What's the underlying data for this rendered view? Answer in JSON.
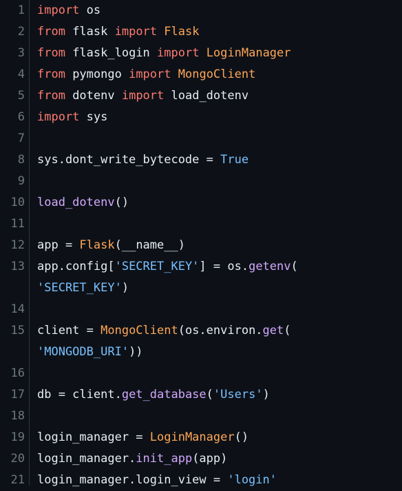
{
  "theme": {
    "background": "#0d1117",
    "gutter_border": "#30363d",
    "line_number_color": "#6e7681",
    "colors": {
      "kw": "#ff7b72",
      "cls": "#ffa657",
      "fn": "#d2a8ff",
      "str": "#79c0ff",
      "plain": "#e6edf3"
    }
  },
  "rows": [
    {
      "n": "1",
      "tokens": [
        [
          "kw",
          "import"
        ],
        [
          "plain",
          " os"
        ]
      ]
    },
    {
      "n": "2",
      "tokens": [
        [
          "kw",
          "from"
        ],
        [
          "plain",
          " flask "
        ],
        [
          "kw",
          "import"
        ],
        [
          "plain",
          " "
        ],
        [
          "cls",
          "Flask"
        ]
      ]
    },
    {
      "n": "3",
      "tokens": [
        [
          "kw",
          "from"
        ],
        [
          "plain",
          " flask_login "
        ],
        [
          "kw",
          "import"
        ],
        [
          "plain",
          " "
        ],
        [
          "cls",
          "LoginManager"
        ]
      ]
    },
    {
      "n": "4",
      "tokens": [
        [
          "kw",
          "from"
        ],
        [
          "plain",
          " pymongo "
        ],
        [
          "kw",
          "import"
        ],
        [
          "plain",
          " "
        ],
        [
          "cls",
          "MongoClient"
        ]
      ]
    },
    {
      "n": "5",
      "tokens": [
        [
          "kw",
          "from"
        ],
        [
          "plain",
          " dotenv "
        ],
        [
          "kw",
          "import"
        ],
        [
          "plain",
          " load_dotenv"
        ]
      ]
    },
    {
      "n": "6",
      "tokens": [
        [
          "kw",
          "import"
        ],
        [
          "plain",
          " sys"
        ]
      ]
    },
    {
      "n": "7",
      "tokens": []
    },
    {
      "n": "8",
      "tokens": [
        [
          "plain",
          "sys.dont_write_bytecode = "
        ],
        [
          "str",
          "True"
        ]
      ]
    },
    {
      "n": "9",
      "tokens": []
    },
    {
      "n": "10",
      "tokens": [
        [
          "fn",
          "load_dotenv"
        ],
        [
          "plain",
          "()"
        ]
      ]
    },
    {
      "n": "11",
      "tokens": []
    },
    {
      "n": "12",
      "tokens": [
        [
          "plain",
          "app = "
        ],
        [
          "cls",
          "Flask"
        ],
        [
          "plain",
          "(__name__)"
        ]
      ]
    },
    {
      "n": "13",
      "tokens": [
        [
          "plain",
          "app.config["
        ],
        [
          "str",
          "'SECRET_KEY'"
        ],
        [
          "plain",
          "] = os."
        ],
        [
          "fn",
          "getenv"
        ],
        [
          "plain",
          "("
        ]
      ]
    },
    {
      "n": "",
      "tokens": [
        [
          "str",
          "'SECRET_KEY'"
        ],
        [
          "plain",
          ")"
        ]
      ]
    },
    {
      "n": "14",
      "tokens": []
    },
    {
      "n": "15",
      "tokens": [
        [
          "plain",
          "client = "
        ],
        [
          "cls",
          "MongoClient"
        ],
        [
          "plain",
          "(os.environ."
        ],
        [
          "fn",
          "get"
        ],
        [
          "plain",
          "("
        ]
      ]
    },
    {
      "n": "",
      "tokens": [
        [
          "str",
          "'MONGODB_URI'"
        ],
        [
          "plain",
          "))"
        ]
      ]
    },
    {
      "n": "16",
      "tokens": []
    },
    {
      "n": "17",
      "tokens": [
        [
          "plain",
          "db = client."
        ],
        [
          "fn",
          "get_database"
        ],
        [
          "plain",
          "("
        ],
        [
          "str",
          "'Users'"
        ],
        [
          "plain",
          ")"
        ]
      ]
    },
    {
      "n": "18",
      "tokens": []
    },
    {
      "n": "19",
      "tokens": [
        [
          "plain",
          "login_manager = "
        ],
        [
          "cls",
          "LoginManager"
        ],
        [
          "plain",
          "()"
        ]
      ]
    },
    {
      "n": "20",
      "tokens": [
        [
          "plain",
          "login_manager."
        ],
        [
          "fn",
          "init_app"
        ],
        [
          "plain",
          "(app)"
        ]
      ]
    },
    {
      "n": "21",
      "tokens": [
        [
          "plain",
          "login_manager.login_view = "
        ],
        [
          "str",
          "'login'"
        ]
      ]
    }
  ]
}
